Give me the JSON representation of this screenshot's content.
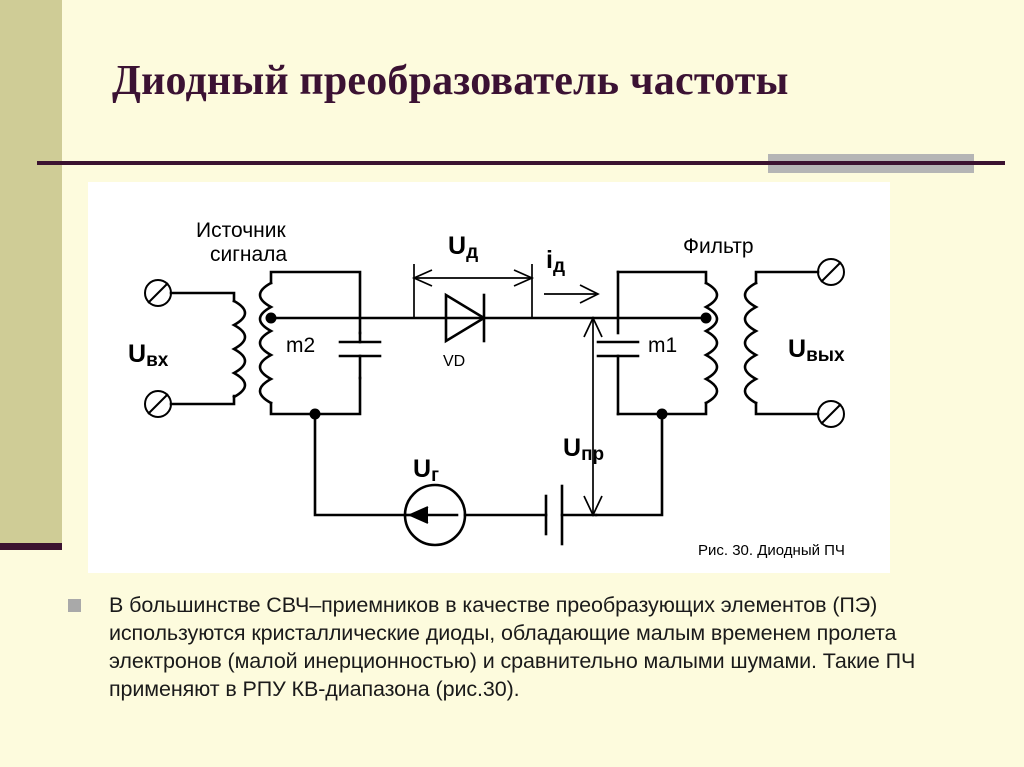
{
  "slide": {
    "background_color": "#fdfbdd",
    "accent_color": "#3b1233",
    "band_color": "#cfcc96",
    "tab_color": "#b5b5b5",
    "title": "Диодный преобразователь частоты"
  },
  "figure": {
    "caption": "Рис. 30. Диодный ПЧ",
    "labels": {
      "source_line1": "Источник",
      "source_line2": "сигнала",
      "u_in": "U",
      "u_in_sub": "вх",
      "u_out": "U",
      "u_out_sub": "вых",
      "u_diode": "U",
      "u_diode_sub": "д",
      "i_diode": "i",
      "i_diode_sub": "д",
      "u_if": "U",
      "u_if_sub": "пр",
      "u_gen": "U",
      "u_gen_sub": "г",
      "tank_left": "m2",
      "tank_right": "m1",
      "diode_ref": "VD",
      "filter": "Фильтр"
    }
  },
  "body": {
    "bullet_text": "В большинстве СВЧ–приемников в качестве преобразующих элементов (ПЭ) используются кристаллические диоды, обладающие малым временем пролета электронов (малой инерционностью) и сравнительно малыми шумами. Такие ПЧ применяют в РПУ КВ-диапазона (рис.30)."
  }
}
